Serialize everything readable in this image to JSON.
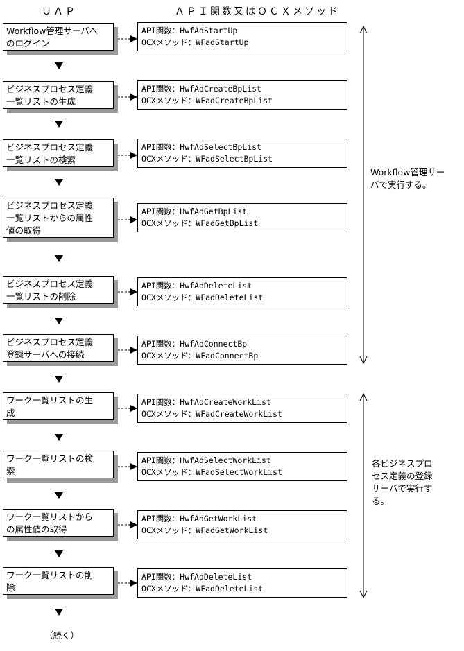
{
  "headers": {
    "uap": "ＵＡＰ",
    "api": "ＡＰＩ関数又はＯＣＸメソッド"
  },
  "steps": [
    {
      "label": "Workflow管理サーバへ\nのログイン",
      "api": "API関数：HwfAdStartUp",
      "ocx": "OCXメソッド：WFadStartUp"
    },
    {
      "label": "ビジネスプロセス定義\n一覧リストの生成",
      "api": "API関数：HwfAdCreateBpList",
      "ocx": "OCXメソッド：WFadCreateBpList"
    },
    {
      "label": "ビジネスプロセス定義\n一覧リストの検索",
      "api": "API関数：HwfAdSelectBpList",
      "ocx": "OCXメソッド：WFadSelectBpList"
    },
    {
      "label": "ビジネスプロセス定義\n一覧リストからの属性\n値の取得",
      "api": "API関数：HwfAdGetBpList",
      "ocx": "OCXメソッド：WFadGetBpList"
    },
    {
      "label": "ビジネスプロセス定義\n一覧リストの削除",
      "api": "API関数：HwfAdDeleteList",
      "ocx": "OCXメソッド：WFadDeleteList"
    },
    {
      "label": "ビジネスプロセス定義\n登録サーバへの接続",
      "api": "API関数：HwfAdConnectBp",
      "ocx": "OCXメソッド：WFadConnectBp"
    },
    {
      "label": "ワーク一覧リストの生\n成",
      "api": "API関数：HwfAdCreateWorkList",
      "ocx": "OCXメソッド：WFadCreateWorkList"
    },
    {
      "label": "ワーク一覧リストの検\n索",
      "api": "API関数：HwfAdSelectWorkList",
      "ocx": "OCXメソッド：WFadSelectWorkList"
    },
    {
      "label": "ワーク一覧リストから\nの属性値の取得",
      "api": "API関数：HwfAdGetWorkList",
      "ocx": "OCXメソッド：WFadGetWorkList"
    },
    {
      "label": "ワーク一覧リストの削\n除",
      "api": "API関数：HwfAdDeleteList",
      "ocx": "OCXメソッド：WFadDeleteList"
    }
  ],
  "notes": {
    "workflow": "Workflow管理サー\nバで実行する。",
    "bp_server": "各ビジネスプロ\nセス定義の登録\nサーバで実行す\nる。"
  },
  "continued": "（続く）"
}
